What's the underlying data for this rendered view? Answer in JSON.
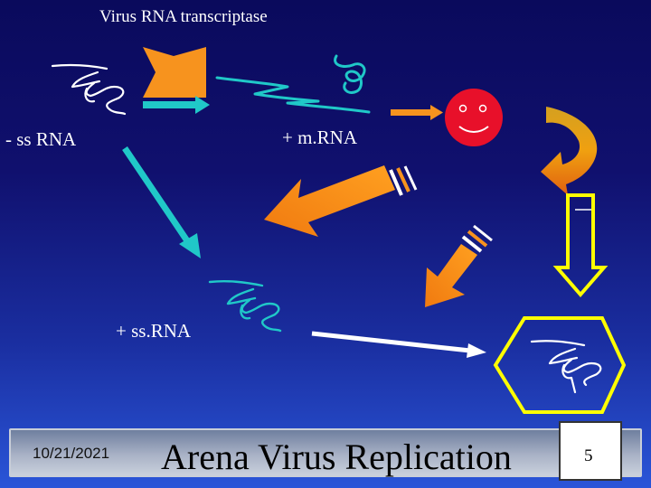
{
  "slide": {
    "top_label": "Virus RNA transcriptase",
    "negative_rna_label": "- ss RNA",
    "mrna_label": "+ m.RNA",
    "positive_rna_label": "+ ss.RNA"
  },
  "footer": {
    "date": "10/21/2021",
    "title": "Arena Virus Replication",
    "page_number": "5"
  },
  "colors": {
    "arrow_orange": "#f7931e",
    "arrow_cyan": "#20c8c8",
    "arrow_white": "#ffffff",
    "arrow_yellow": "#ffff00",
    "face_red": "#e8102a",
    "curve_arrow": "#e09010"
  }
}
